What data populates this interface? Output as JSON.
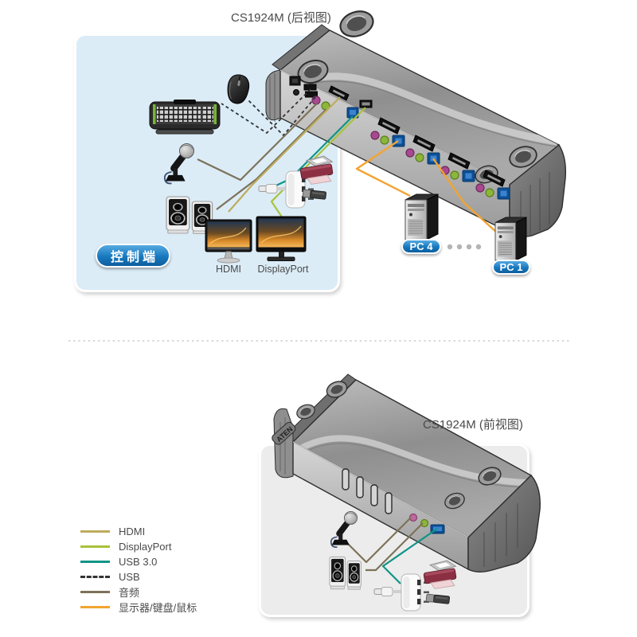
{
  "rear_view": {
    "title": "CS1924M (后视图)",
    "console_label": "控制端",
    "monitor_labels": {
      "hdmi": "HDMI",
      "displayport": "DisplayPort"
    },
    "pc_labels": {
      "pc4": "PC 4",
      "pc1": "PC 1"
    },
    "ellipsis_dot_count": 4,
    "devices": [
      "keyboard",
      "mouse",
      "microphone",
      "speakers",
      "hdmi-monitor",
      "displayport-monitor",
      "usb-hub",
      "printer",
      "usb-flash-drive",
      "pc-tower-4",
      "pc-tower-1"
    ]
  },
  "front_view": {
    "title": "CS1924M (前视图)",
    "brand": "ATEN",
    "pushbutton_count": 4,
    "devices": [
      "microphone",
      "speakers",
      "usb-hub",
      "printer",
      "usb-flash-drive"
    ]
  },
  "legend": {
    "items": [
      {
        "label": "HDMI",
        "key": "hdmi",
        "style": "solid"
      },
      {
        "label": "DisplayPort",
        "key": "displayport",
        "style": "solid"
      },
      {
        "label": "USB 3.0",
        "key": "usb3",
        "style": "solid"
      },
      {
        "label": "USB",
        "key": "usb",
        "style": "dashed"
      },
      {
        "label": "音频",
        "key": "audio",
        "style": "solid"
      },
      {
        "label": "显示器/键盘/鼠标",
        "key": "kvm",
        "style": "solid"
      }
    ]
  },
  "colors": {
    "hdmi": "#beac5c",
    "displayport": "#a9c23b",
    "usb3": "#0f9486",
    "usb": "#333333",
    "audio": "#7d7258",
    "kvm": "#f2a431",
    "accent_blue": "#1878be",
    "console_box_bg": "#dbecf7",
    "front_box_bg": "#ececec",
    "title_text": "#4a4a4a"
  }
}
